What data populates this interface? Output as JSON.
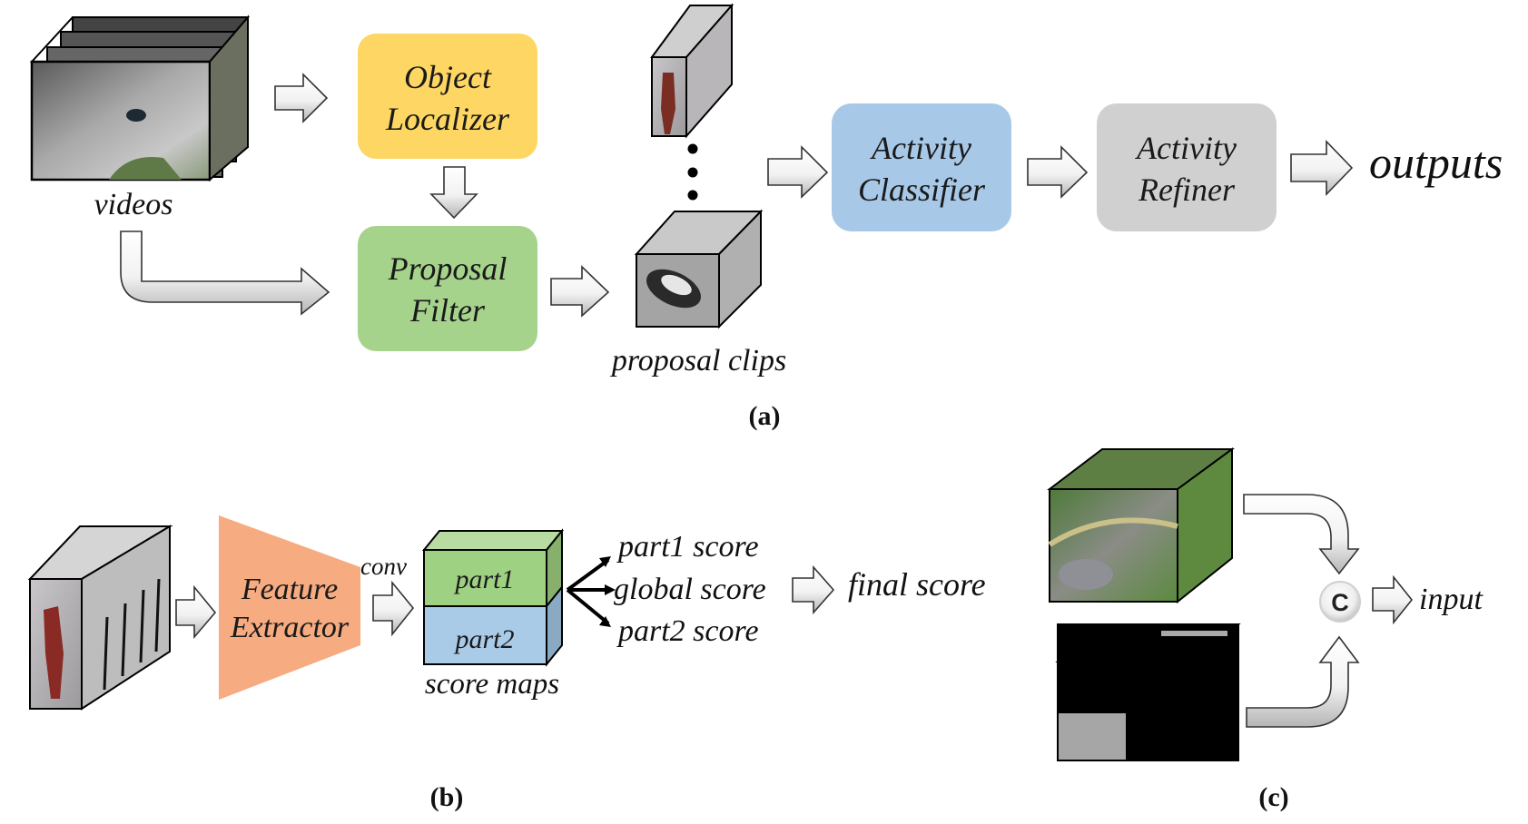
{
  "panel_a": {
    "caption": "(a)",
    "videos_label": "videos",
    "object_localizer": {
      "line1": "Object",
      "line2": "Localizer",
      "color": "#fdd663"
    },
    "proposal_filter": {
      "line1": "Proposal",
      "line2": "Filter",
      "color": "#a6d38c"
    },
    "proposal_clips_label": "proposal clips",
    "activity_classifier": {
      "line1": "Activity",
      "line2": "Classifier",
      "color": "#a7c8e7"
    },
    "activity_refiner": {
      "line1": "Activity",
      "line2": "Refiner",
      "color": "#d0d0d0"
    },
    "outputs_label": "outputs"
  },
  "panel_b": {
    "caption": "(b)",
    "feature_extractor": {
      "line1": "Feature",
      "line2": "Extractor",
      "color": "#f6ab80"
    },
    "conv_label": "conv",
    "part1_label": "part1",
    "part2_label": "part2",
    "part1_color": "#9fd182",
    "part2_color": "#a9cbe8",
    "score_maps_label": "score maps",
    "part1_score": "part1 score",
    "global_score": "global score",
    "part2_score": "part2 score",
    "final_score": "final score"
  },
  "panel_c": {
    "caption": "(c)",
    "concat_symbol": "C",
    "input_label": "input"
  }
}
